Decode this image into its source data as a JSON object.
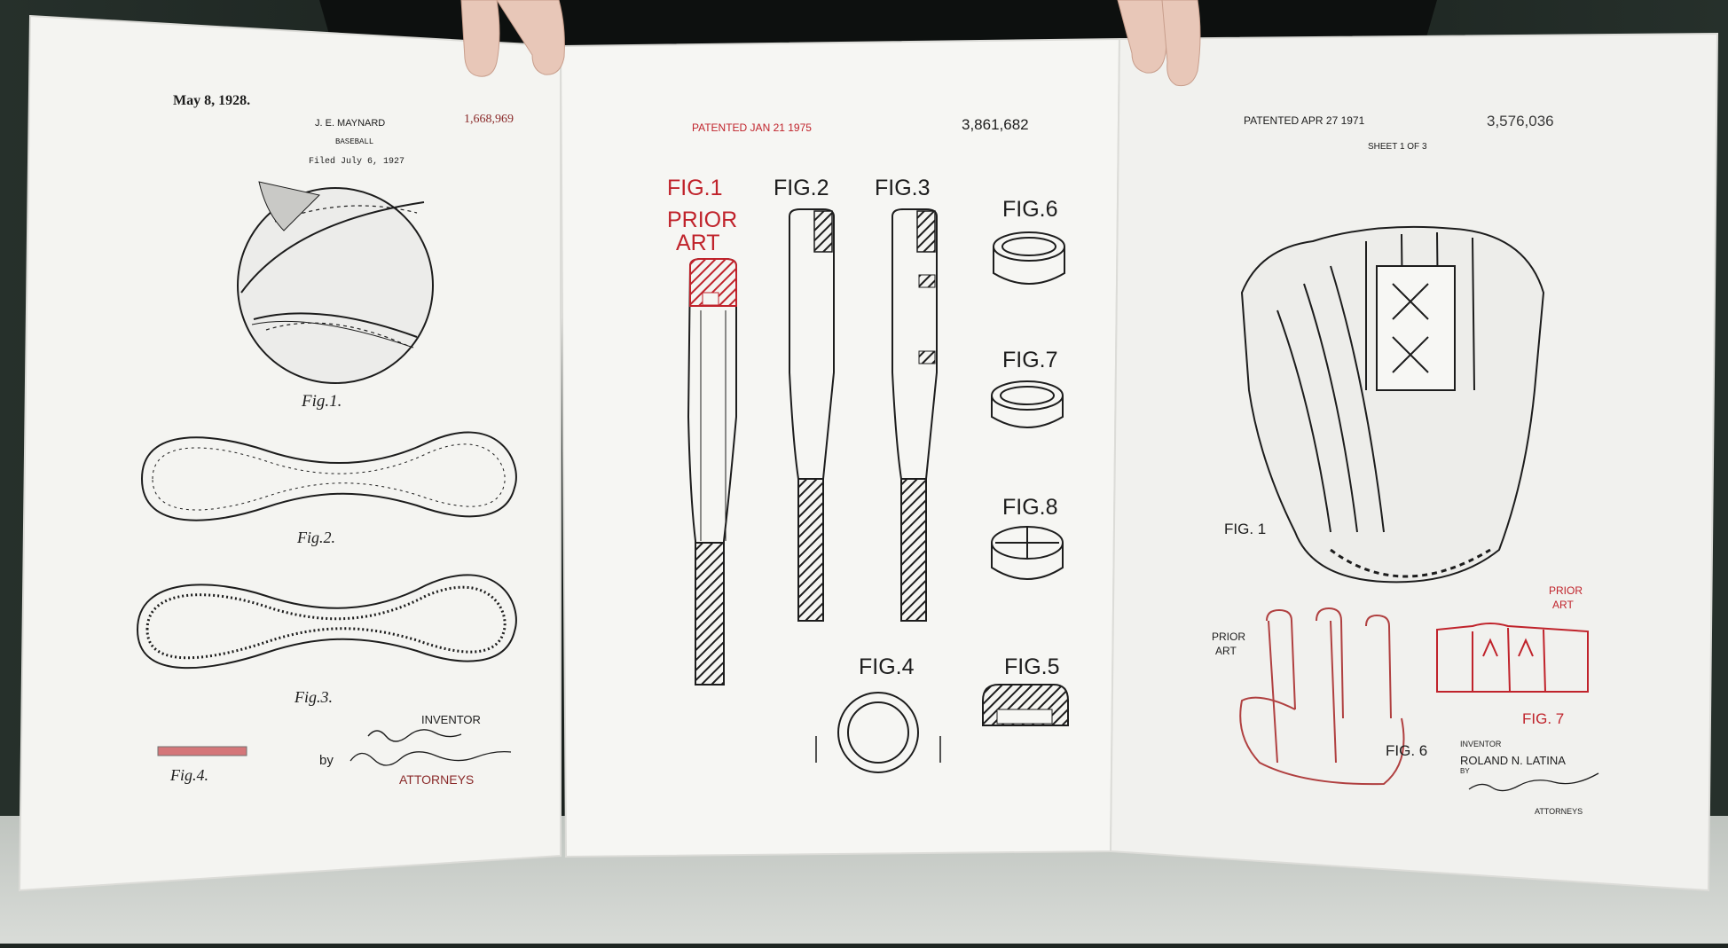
{
  "colors": {
    "background": "#1e2622",
    "table": "#cfd3cf",
    "paper": "#f4f4f1",
    "ink": "#1d1d1d",
    "red_ink": "#c0232b"
  },
  "left_sheet": {
    "date": "May 8, 1928.",
    "inventor_header": "J. E. MAYNARD",
    "patent_number": "1,668,969",
    "title": "BASEBALL",
    "filed": "Filed July 6, 1927",
    "fig1": "Fig.1.",
    "fig2": "Fig.2.",
    "fig3": "Fig.3.",
    "fig4": "Fig.4.",
    "inventor_label": "INVENTOR",
    "by": "by",
    "attorneys": "ATTORNEYS"
  },
  "middle_sheet": {
    "patented": "PATENTED JAN 21 1975",
    "patent_number": "3,861,682",
    "fig1": "FIG.1",
    "prior_art_1": "PRIOR",
    "prior_art_2": "ART",
    "fig2": "FIG.2",
    "fig3": "FIG.3",
    "fig4": "FIG.4",
    "fig5": "FIG.5",
    "fig6": "FIG.6",
    "fig7": "FIG.7",
    "fig8": "FIG.8"
  },
  "right_sheet": {
    "patented": "PATENTED APR 27 1971",
    "patent_number": "3,576,036",
    "sheet": "SHEET 1 OF 3",
    "fig1": "FIG. 1",
    "fig6": "FIG. 6",
    "fig7": "FIG. 7",
    "prior_art_left_1": "PRIOR",
    "prior_art_left_2": "ART",
    "prior_art_right_1": "PRIOR",
    "prior_art_right_2": "ART",
    "inventor_label": "INVENTOR",
    "inventor_name": "ROLAND N. LATINA",
    "by": "BY",
    "attorneys": "ATTORNEYS"
  }
}
